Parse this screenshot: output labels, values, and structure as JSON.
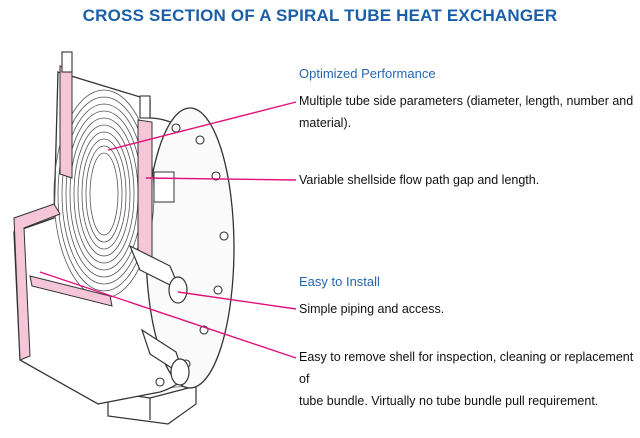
{
  "title": "CROSS SECTION OF A SPIRAL TUBE HEAT EXCHANGER",
  "sections": [
    {
      "heading": "Optimized Performance",
      "callouts": [
        {
          "lines": [
            "Multiple tube side parameters (diameter, length, number and",
            "material)."
          ]
        },
        {
          "lines": [
            "Variable shellside flow path gap and length."
          ]
        }
      ]
    },
    {
      "heading": "Easy to Install",
      "callouts": [
        {
          "lines": [
            "Simple piping and access."
          ]
        },
        {
          "lines": [
            "Easy to remove shell for inspection, cleaning or replacement of",
            "tube bundle. Virtually no tube bundle pull requirement."
          ]
        }
      ]
    }
  ],
  "colors": {
    "title": "#1b5fa8",
    "heading": "#2566b0",
    "leader_line": "#e0127a",
    "cutaway_fill": "#f4c6d8"
  }
}
